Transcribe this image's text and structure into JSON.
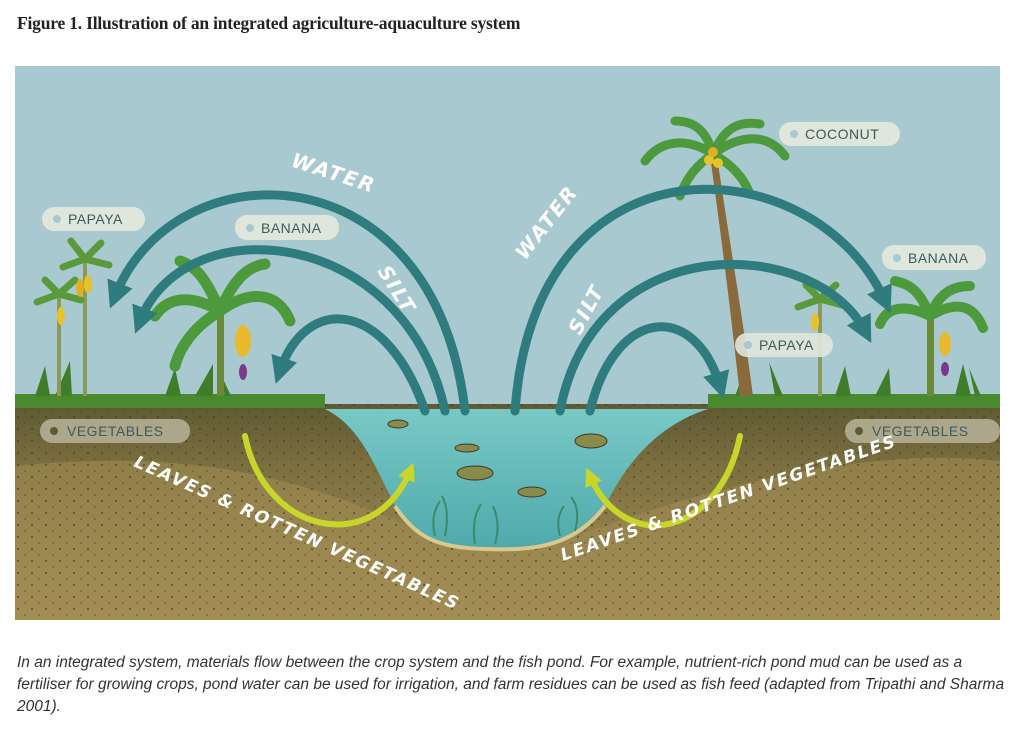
{
  "figure": {
    "title": "Figure 1. Illustration of an integrated agriculture-aquaculture system",
    "labels": {
      "papaya_left": "PAPAYA",
      "banana_left": "BANANA",
      "coconut": "COCONUT",
      "banana_right": "BANANA",
      "papaya_right": "PAPAYA",
      "vegetables_left": "VEGETABLES",
      "vegetables_right": "VEGETABLES"
    },
    "flows": {
      "water_left": "WATER",
      "silt_left": "SILT",
      "water_right": "WATER",
      "silt_right": "SILT",
      "leaves_left": "LEAVES & ROTTEN VEGETABLES",
      "leaves_right": "LEAVES & ROTTEN VEGETABLES"
    },
    "caption": "In an integrated system, materials flow between the crop system and the fish pond. For example, nutrient-rich pond mud can be used as a fertiliser for growing crops, pond water can be used for irrigation, and farm residues can be used as fish feed (adapted from Tripathi and Sharma 2001).",
    "colors": {
      "sky": "#a9c9d1",
      "arrow": "#2e7c7e",
      "leaf_arrow": "#c8d62b",
      "soil": "#8d7c47",
      "water": "#6ec3c2"
    }
  }
}
